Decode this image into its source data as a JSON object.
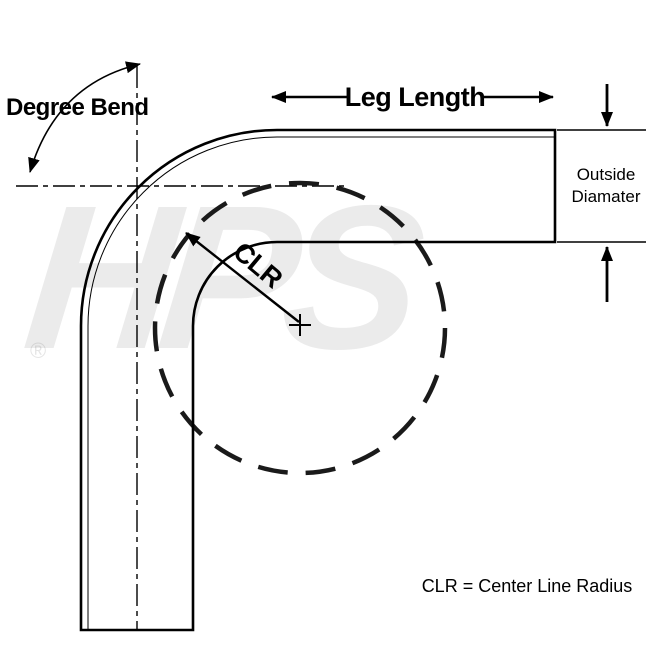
{
  "diagram": {
    "degree_bend_label": "Degree Bend",
    "leg_length_label": "Leg Length",
    "outside_diameter_line1": "Outside",
    "outside_diameter_line2": "Diamater",
    "clr_label": "CLR",
    "clr_note": "CLR = Center Line Radius",
    "watermark": "HPS",
    "registered_mark": "®",
    "colors": {
      "line": "#000000",
      "dashed_circle": "#1a1a1a",
      "watermark": "#6e6e6e"
    }
  }
}
